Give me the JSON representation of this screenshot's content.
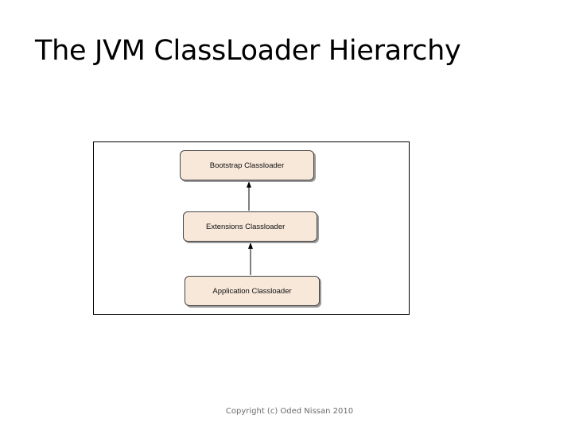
{
  "slide": {
    "title": "The JVM ClassLoader Hierarchy",
    "footer": "Copyright (c) Oded Nissan 2010"
  },
  "diagram": {
    "nodes": [
      {
        "id": "bootstrap",
        "label": "Bootstrap Classloader"
      },
      {
        "id": "extensions",
        "label": "Extensions Classloader"
      },
      {
        "id": "application",
        "label": "Application Classloader"
      }
    ],
    "edges": [
      {
        "from": "extensions",
        "to": "bootstrap"
      },
      {
        "from": "application",
        "to": "extensions"
      }
    ],
    "colors": {
      "node_fill": "#f8e8da",
      "node_border": "#444444",
      "arrow": "#000000"
    }
  }
}
